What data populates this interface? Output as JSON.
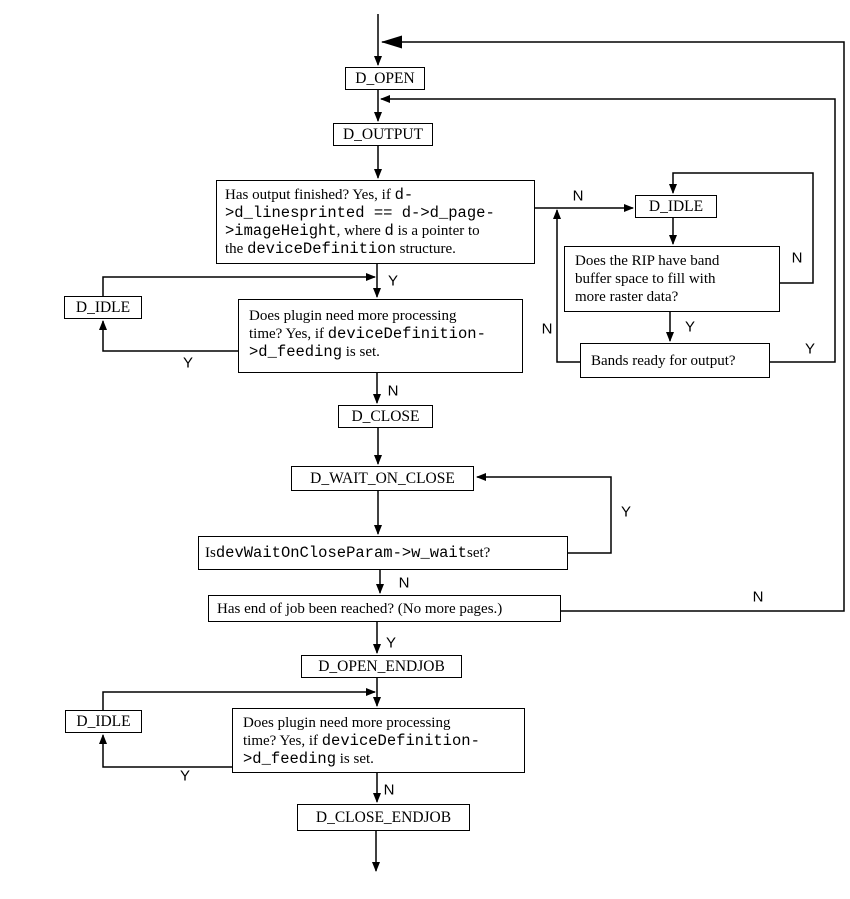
{
  "labels": {
    "yes": "Y",
    "no": "N"
  },
  "colors": {
    "line": "#000000",
    "box_border": "#000000",
    "background": "#ffffff",
    "text": "#000000"
  },
  "states": {
    "d_open": "D_OPEN",
    "d_output": "D_OUTPUT",
    "d_idle": "D_IDLE",
    "d_close": "D_CLOSE",
    "d_wait_on_close": "D_WAIT_ON_CLOSE",
    "d_open_endjob": "D_OPEN_ENDJOB",
    "d_close_endjob": "D_CLOSE_ENDJOB"
  },
  "questions": {
    "output_finished": {
      "segments": [
        {
          "t": "Has output finished? Yes, if "
        },
        {
          "t": "d-",
          "mono": true
        },
        {
          "br": true
        },
        {
          "t": ">d_linesprinted == d->d_page-",
          "mono": true
        },
        {
          "br": true
        },
        {
          "t": ">imageHeight",
          "mono": true
        },
        {
          "t": ", where "
        },
        {
          "t": "d",
          "mono": true
        },
        {
          "t": " is a pointer to"
        },
        {
          "br": true
        },
        {
          "t": "the "
        },
        {
          "t": "deviceDefinition",
          "mono": true
        },
        {
          "t": " structure."
        }
      ]
    },
    "band_buffer": {
      "segments": [
        {
          "t": "Does the RIP have band"
        },
        {
          "br": true
        },
        {
          "t": "buffer space to fill with"
        },
        {
          "br": true
        },
        {
          "t": "more raster data?"
        }
      ]
    },
    "bands_ready": {
      "segments": [
        {
          "t": "Bands ready for output?"
        }
      ]
    },
    "need_time_1": {
      "segments": [
        {
          "t": "Does plugin need more processing"
        },
        {
          "br": true
        },
        {
          "t": "time? Yes, if "
        },
        {
          "t": "deviceDefinition-",
          "mono": true
        },
        {
          "br": true
        },
        {
          "t": ">d_feeding",
          "mono": true
        },
        {
          "t": " is set."
        }
      ]
    },
    "wait_on_close": {
      "segments": [
        {
          "t": "Is "
        },
        {
          "t": "devWaitOnCloseParam->w_wait",
          "mono": true
        },
        {
          "t": " set?"
        }
      ]
    },
    "end_of_job": {
      "segments": [
        {
          "t": "Has end of job been reached? (No more pages.)"
        }
      ]
    },
    "need_time_2": {
      "segments": [
        {
          "t": "Does plugin need more processing"
        },
        {
          "br": true
        },
        {
          "t": "time? Yes, if "
        },
        {
          "t": "deviceDefinition-",
          "mono": true
        },
        {
          "br": true
        },
        {
          "t": ">d_feeding",
          "mono": true
        },
        {
          "t": " is set."
        }
      ]
    }
  }
}
